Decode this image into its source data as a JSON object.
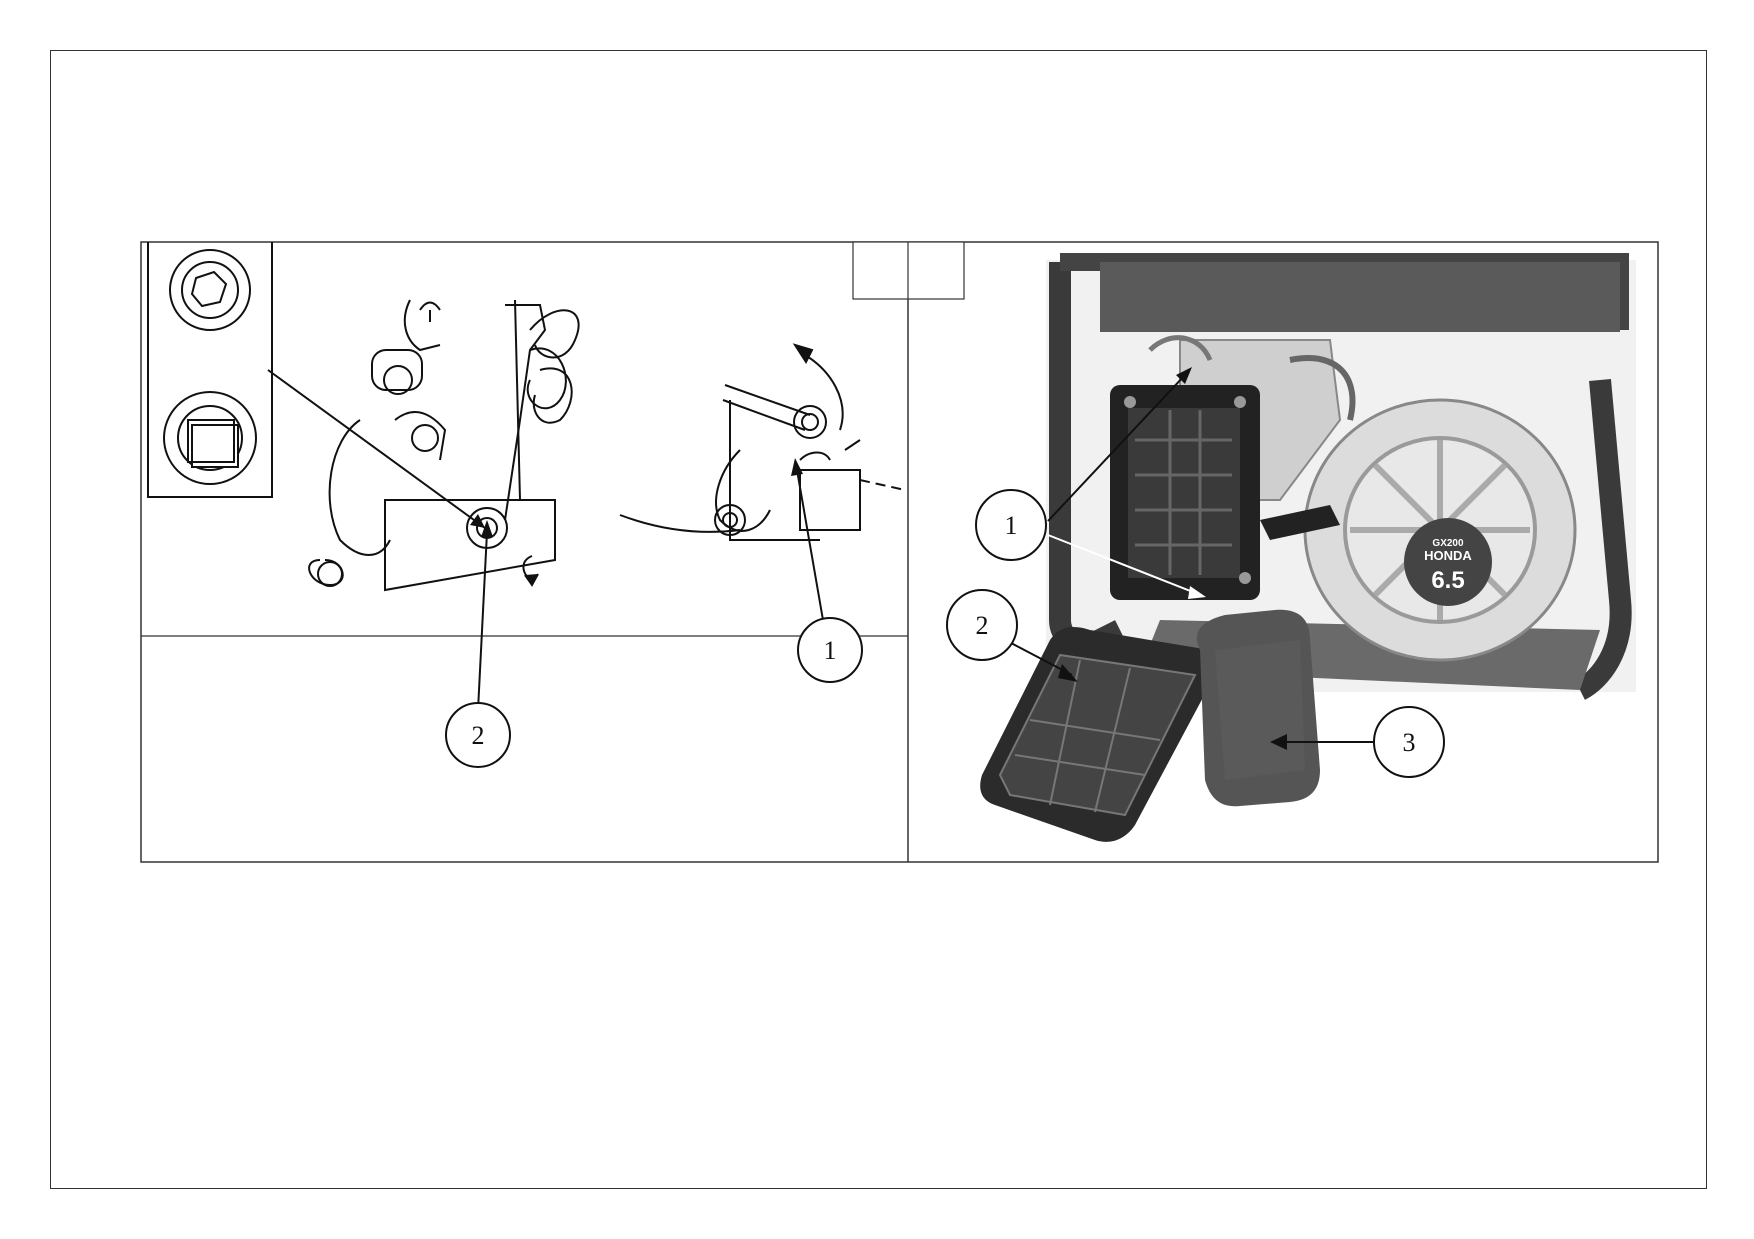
{
  "left_figure": {
    "callouts": [
      "1",
      "2"
    ]
  },
  "right_figure": {
    "callouts": [
      "1",
      "2",
      "3"
    ],
    "engine_label": {
      "model": "GX200",
      "brand": "HONDA",
      "power": "6.5"
    }
  },
  "colors": {
    "line": "#111111",
    "photo_background": "#f3f3f3",
    "frame_dark": "#3a3a3a",
    "filter_foam": "#555555"
  }
}
